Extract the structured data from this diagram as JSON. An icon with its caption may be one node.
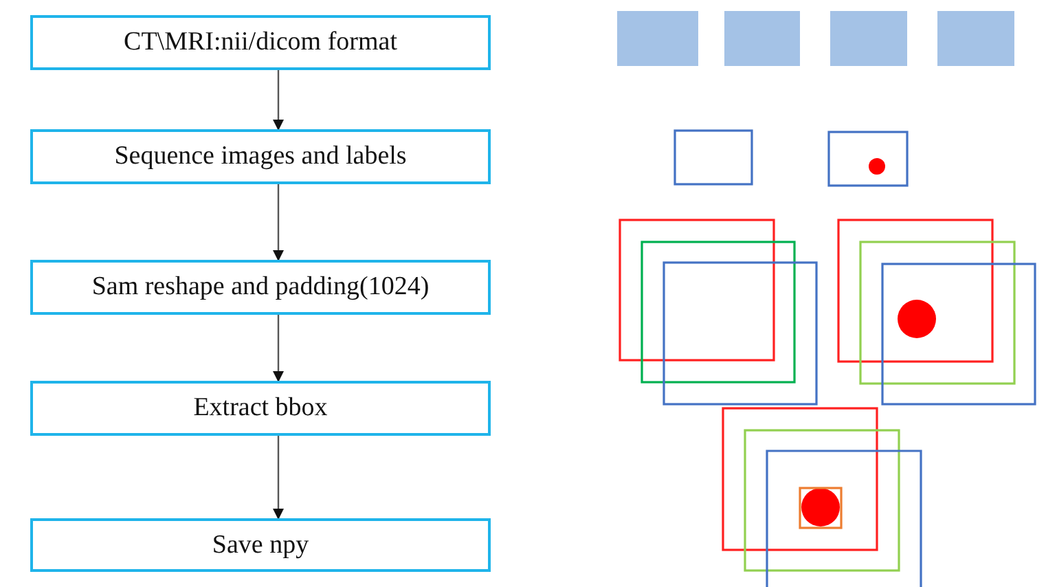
{
  "diagram": {
    "nodes": [
      {
        "text": [
          "CT\\MRI:nii/dicom format"
        ]
      },
      {
        "text": [
          "Sequence images and labels"
        ]
      },
      {
        "text": [
          "Sam reshape and padding(1024)"
        ]
      },
      {
        "text": [
          "Extract bbox"
        ]
      },
      {
        "text": [
          "Save npy"
        ]
      }
    ],
    "edges": [
      {
        "from": 0,
        "to": 1,
        "arrow": "to"
      },
      {
        "from": 1,
        "to": 2,
        "arrow": "to"
      },
      {
        "from": 2,
        "to": 3,
        "arrow": "to"
      },
      {
        "from": 3,
        "to": 4,
        "arrow": "to"
      }
    ]
  }
}
